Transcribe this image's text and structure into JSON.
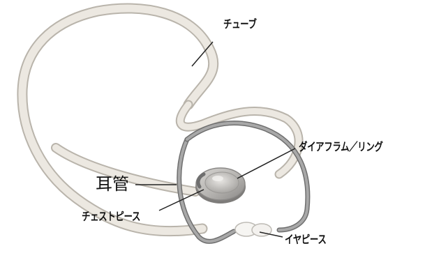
{
  "labels": {
    "tube": "チューブ",
    "diaphragm_ring": "ダイアフラム／リング",
    "ear_tube": "耳管",
    "chest_piece": "チェストピース",
    "earpiece": "イヤピース"
  },
  "colors": {
    "tube": "#ece8e1",
    "tube_shadow": "#b9b4ab",
    "metal": "#8f8f8f",
    "chest_rim": "#9a9a9a",
    "chest_face": "#c9c7c4",
    "label_text": "#111111",
    "leader_line": "#222222"
  }
}
